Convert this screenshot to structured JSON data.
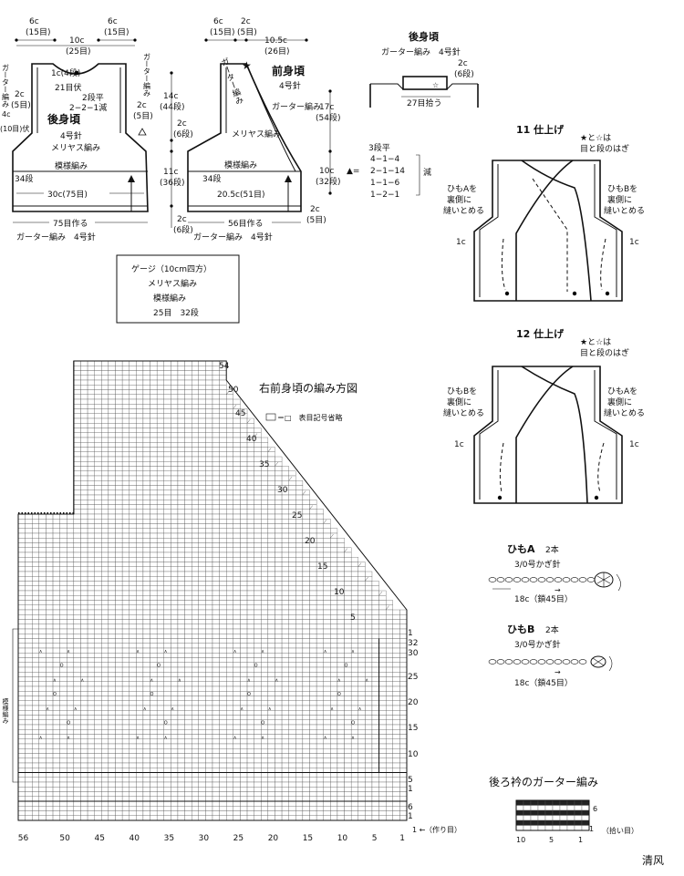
{
  "back_body": {
    "title": "後身頃",
    "needle": "4号針",
    "stitch": "メリヤス編み",
    "pattern": "模様編み",
    "top_w_left": "6c",
    "top_w_left_st": "(15目)",
    "top_w_mid": "10c",
    "top_w_mid_st": "(25目)",
    "top_w_right": "6c",
    "top_w_right_st": "(15目)",
    "neck_depth": "1c(4段)",
    "neck_bind": "21目伏",
    "neck_flat": "2段平",
    "neck_dec": "2−2−1減",
    "side_garter": "ガーター編み",
    "left_garter": "ガーター編み",
    "edge_2c": "2c",
    "edge_5st": "(5目)",
    "arm_4c": "4c",
    "arm_10": "(10目)伏",
    "rows_34": "34段",
    "width_30": "30c(75目)",
    "cast_on": "75目作る",
    "bottom_garter": "ガーター編み　4号針"
  },
  "front_body": {
    "title": "前身頃",
    "needle": "4号針",
    "garter": "ガーター編み",
    "stitch": "メリヤス編み",
    "pattern": "模様編み",
    "w_6c": "6c",
    "w_15": "(15目)",
    "w_2c": "2c",
    "w_5": "(5目)",
    "w_105": "10.5c",
    "w_26": "(26目)",
    "h_14c": "14c",
    "h_44": "(44段)",
    "h_2c": "2c",
    "h_6": "(6段)",
    "h_11c": "11c",
    "h_36": "(36段)",
    "h_2c_b": "2c",
    "h_6_b": "(6段)",
    "h_17c": "17c",
    "h_54": "(54段)",
    "h_10c": "10c",
    "h_32": "(32段)",
    "rows_34": "34段",
    "width_205": "20.5c(51目)",
    "cast_on": "56目作る",
    "right_2c": "2c",
    "right_5": "(5目)",
    "bottom_garter": "ガーター編み　4号針",
    "dec_title": "3段平",
    "dec_rows": [
      "4−1−4",
      "2−1−14",
      "1−1−6",
      "1−2−1"
    ],
    "dec_label": "減",
    "triangle": "▲="
  },
  "back_collar": {
    "title": "後身頃",
    "sub": "ガーター編み　4号針",
    "h": "2c",
    "h_st": "(6段)",
    "pick": "27目拾う"
  },
  "finish11": {
    "title": "11 仕上げ",
    "star_note_1": "★と☆は",
    "star_note_2": "目と段のはぎ",
    "left_note": [
      "ひもAを",
      "裏側に",
      "縫いとめる"
    ],
    "right_note": [
      "ひもBを",
      "裏側に",
      "縫いとめる"
    ],
    "left_1c": "1c",
    "right_1c": "1c"
  },
  "finish12": {
    "title": "12 仕上げ",
    "star_note_1": "★と☆は",
    "star_note_2": "目と段のはぎ",
    "left_note": [
      "ひもBを",
      "裏側に",
      "縫いとめる"
    ],
    "right_note": [
      "ひもAを",
      "裏側に",
      "縫いとめる"
    ],
    "left_1c": "1c",
    "right_1c": "1c"
  },
  "gauge": {
    "title": "ゲージ（10cm四方）",
    "l1": "メリヤス編み",
    "l2": "模様編み",
    "l3": "25目　32段"
  },
  "chart": {
    "title": "右前身頃の編み方図",
    "legend": "＝□　表目記号省略",
    "side_label": "模様編み",
    "right_ticks": [
      "54",
      "50",
      "45",
      "40",
      "35",
      "30",
      "25",
      "20",
      "15",
      "10",
      "5",
      "1",
      "32",
      "30",
      "25",
      "20",
      "15",
      "10",
      "5",
      "1",
      "6",
      "1"
    ],
    "bottom_ticks": [
      "56",
      "50",
      "45",
      "40",
      "35",
      "30",
      "25",
      "20",
      "15",
      "10",
      "5",
      "1"
    ],
    "cast_on": "（作り目）"
  },
  "cordA": {
    "title": "ひもA",
    "count": "2本",
    "hook": "3/0号かぎ針",
    "len": "18c（鎖45目）"
  },
  "cordB": {
    "title": "ひもB",
    "count": "2本",
    "hook": "3/0号かぎ針",
    "len": "18c（鎖45目）"
  },
  "collar_chart": {
    "title": "後ろ衿のガーター編み",
    "rows": "6",
    "row1": "1",
    "ticks": [
      "10",
      "5",
      "1"
    ],
    "pick": "（拾い目）"
  },
  "signature": "清风"
}
